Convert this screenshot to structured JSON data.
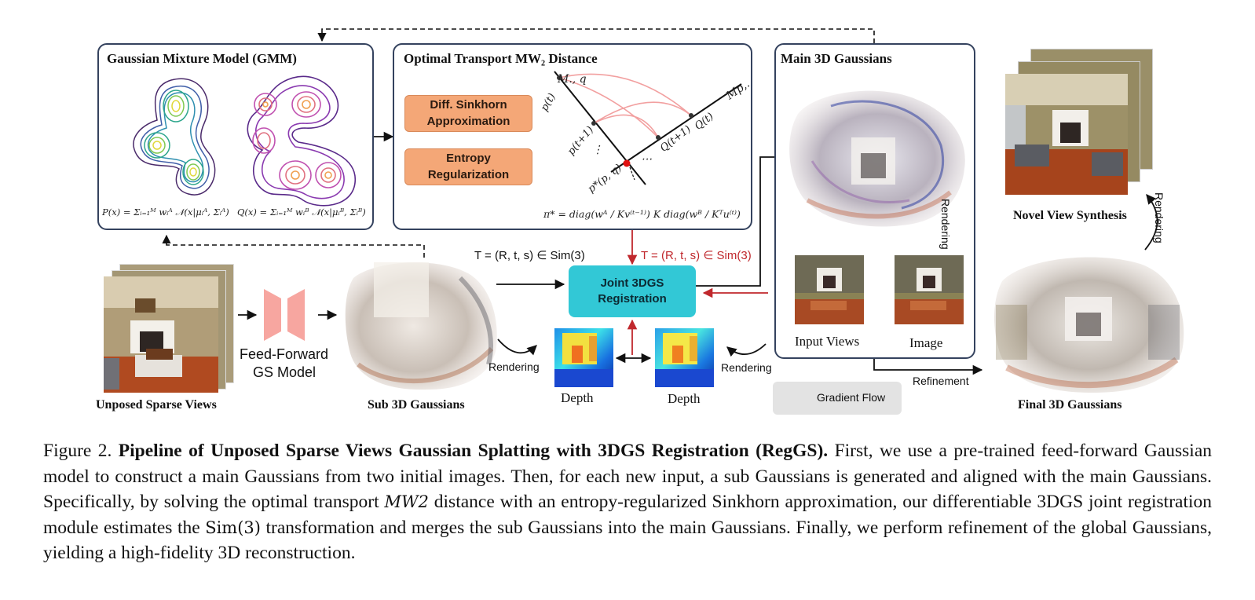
{
  "gmm": {
    "title": "Gaussian Mixture Model (GMM)",
    "p_formula": "P(x) = Σᵢ₌₁ᴹ wᵢᴬ 𝒩(x|μᵢᴬ, Σᵢᴬ)",
    "q_formula": "Q(x) = Σᵢ₌₁ᴹ wᵢᴮ 𝒩(x|μᵢᴮ, Σᵢᴮ)"
  },
  "ot": {
    "title": "Optimal Transport MW₂ Distance",
    "sinkhorn_label": "Diff. Sinkhorn\nApproximation",
    "entropy_label": "Entropy\nRegularization",
    "axis_m_q": "M., q",
    "axis_m_p": "Mp,.",
    "p_t": "p(t)",
    "p_t1": "p(t+1)",
    "p_star": "p*(p, q)",
    "q_t": "Q(t)",
    "q_t1": "Q(t+1)",
    "dots_left": "⋮",
    "dots_right": "⋯",
    "pi_formula": "π* = diag(wᴬ / Kv⁽ᵗ⁻¹⁾) K diag(wᴮ / Kᵀu⁽ᵗ⁾)"
  },
  "main3d": {
    "title": "Main 3D Gaussians",
    "rendering": "Rendering",
    "input_views": "Input Views",
    "image": "Image"
  },
  "novel": {
    "label": "Novel View Synthesis",
    "rendering": "Rendering"
  },
  "pipeline": {
    "unposed_label": "Unposed Sparse Views",
    "ff_label_1": "Feed-Forward",
    "ff_label_2": "GS Model",
    "sub_label": "Sub 3D Gaussians",
    "t_black": "T = (R, t, s) ∈ Sim(3)",
    "t_red": "T = (R, t, s) ∈ Sim(3)",
    "joint_label": "Joint 3DGS\nRegistration",
    "rendering_left": "Rendering",
    "rendering_right": "Rendering",
    "depth_left": "Depth",
    "depth_right": "Depth",
    "refinement": "Refinement",
    "gradient_flow": "Gradient Flow",
    "final_label": "Final 3D Gaussians"
  },
  "colors": {
    "panel_border": "#34425e",
    "orange": "#f4a777",
    "joint": "#32c8d6",
    "gradient_red": "#c0282d",
    "curve_red": "#f2a0a0"
  },
  "caption": {
    "prefix": "Figure 2.",
    "bold": "Pipeline of Unposed Sparse Views Gaussian Splatting with 3DGS Registration (RegGS).",
    "part1": "First, we use a pre-trained feed-forward Gaussian model to construct a main Gaussians from two initial images. Then, for each new input, a sub Gaussians is generated and aligned with the main Gaussians. Specifically, by solving the optimal transport",
    "mw2": "MW2",
    "part2": "distance with an entropy-regularized Sinkhorn approximation, our differentiable 3DGS joint registration module estimates the",
    "sim3": "Sim(3)",
    "part3": "transformation and merges the sub Gaussians into the main Gaussians. Finally, we perform refinement of the global Gaussians, yielding a high-fidelity 3D reconstruction."
  }
}
